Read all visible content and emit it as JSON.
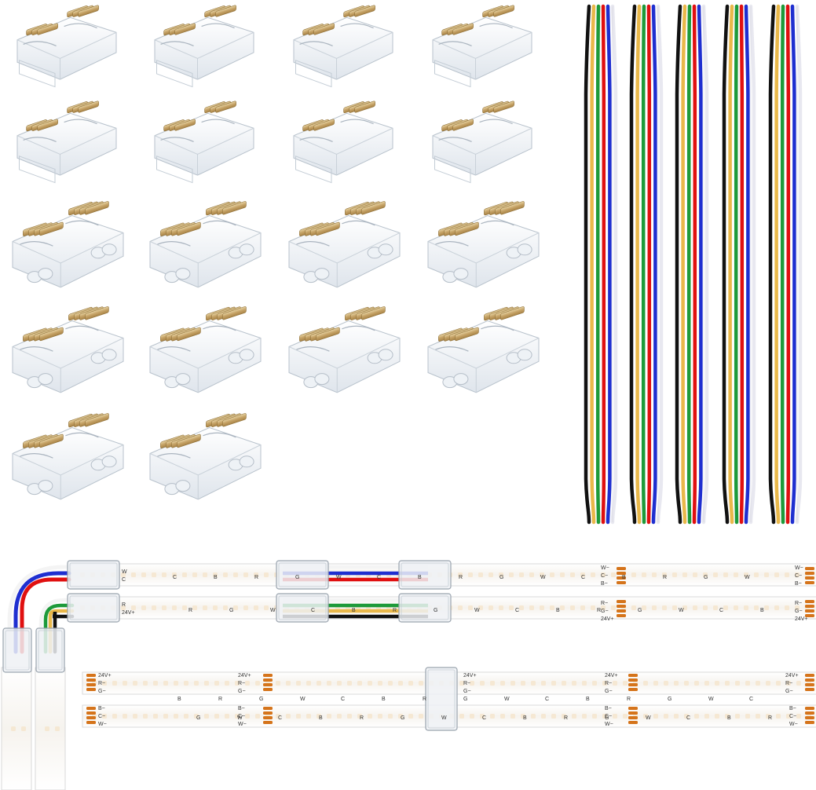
{
  "product": {
    "connectors_top_count": 8,
    "connectors_bottom_count": 10,
    "cable_count": 5
  },
  "colors": {
    "wire_white": "#f4f4f4",
    "wire_yellow": "#e9b84a",
    "wire_black": "#111111",
    "wire_green": "#1e9a3a",
    "wire_red": "#e01010",
    "wire_blue": "#1f2fd0",
    "wire_white2": "#e8e8f0",
    "gold": "#c7a86a",
    "clear_plastic": "#e9eef3",
    "strip_body": "#f7f7f7",
    "pad_orange": "#d5741b"
  },
  "strip_labels": {
    "v24": "24V+",
    "r": "R",
    "g": "G",
    "b": "B",
    "w": "W",
    "c": "C",
    "r_minus": "R−",
    "g_minus": "G−",
    "b_minus": "B−",
    "w_minus": "W−",
    "c_minus": "C−"
  }
}
